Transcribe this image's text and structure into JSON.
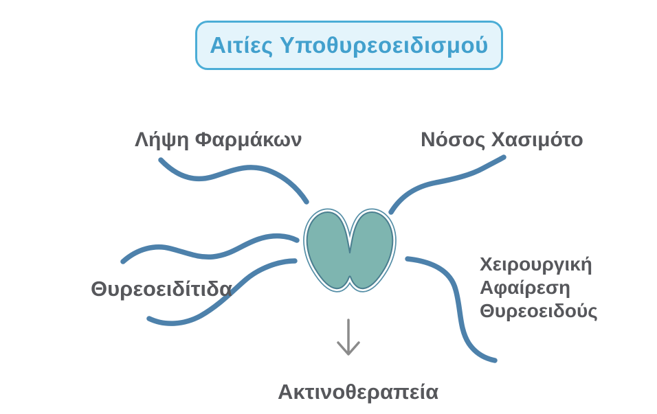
{
  "title": {
    "label": "Αιτίες Υποθυρεοειδισμού"
  },
  "nodes": {
    "medications": {
      "label": "Λήψη Φαρμάκων"
    },
    "hashimoto": {
      "label": "Νόσος Χασιμότο"
    },
    "thyroiditis": {
      "label": "Θυρεοειδίτιδα"
    },
    "surgery": {
      "label": "Χειρουργική\nΑφαίρεση\nΘυρεοειδούς"
    },
    "radiotherapy": {
      "label": "Ακτινοθεραπεία"
    }
  },
  "icons": {
    "center": "thyroid-gland-icon",
    "radiotherapy_pointer": "down-arrow-icon"
  },
  "colors": {
    "connector": "#4d81ab",
    "title_text": "#42a0cd",
    "title_border": "#4badd6",
    "title_background": "#e4f4fb",
    "label_text": "#56575b",
    "thyroid_fill": "#7eb5b0",
    "thyroid_inner_outline": "#4b7f90",
    "thyroid_outer_outline": "#568fa7",
    "thyroid_gap": "#ffffff",
    "arrow": "#8b8b8b",
    "background": "#ffffff"
  }
}
